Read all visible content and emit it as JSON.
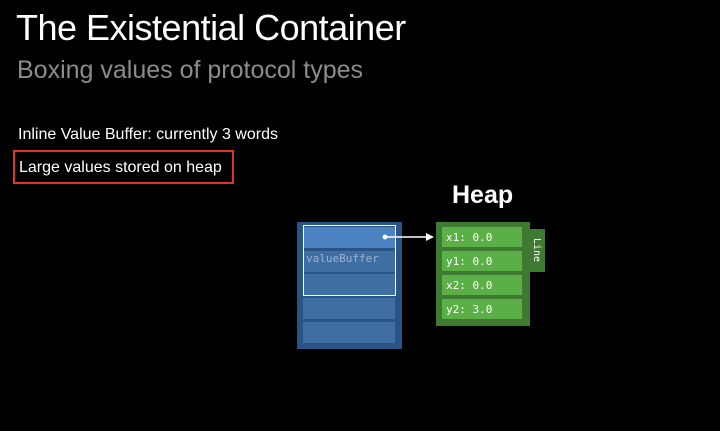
{
  "slide": {
    "title": "The Existential Container",
    "subtitle": "Boxing values of protocol types",
    "bullets": [
      "Inline Value Buffer: currently 3 words",
      "Large values stored on heap"
    ]
  },
  "diagram": {
    "heap_label": "Heap",
    "value_buffer_label": "valueBuffer",
    "heap_type_label": "Line",
    "heap_fields": [
      "x1: 0.0",
      "y1: 0.0",
      "x2: 0.0",
      "y2: 3.0"
    ],
    "container_slot_count": 5,
    "colors": {
      "container": "#2b5486",
      "slot": "#3f6ea3",
      "highlight_slot": "#4a82c2",
      "heap_box": "#3f7a32",
      "heap_field": "#5aaf46",
      "highlight_border": "#e0342a"
    }
  }
}
